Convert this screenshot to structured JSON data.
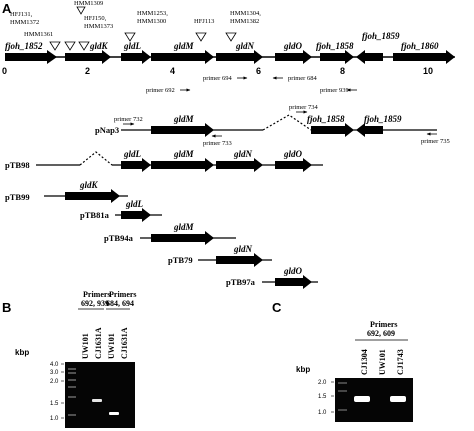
{
  "panels": {
    "a": "A",
    "b": "B",
    "c": "C"
  },
  "map": {
    "genes": [
      "fjoh_1852",
      "gldK",
      "gldL",
      "gldM",
      "gldN",
      "gldO",
      "fjoh_1858",
      "fjoh_1859",
      "fjoh_1860"
    ],
    "scale_ticks": [
      "0",
      "2",
      "4",
      "6",
      "8",
      "10"
    ],
    "insertions": {
      "hmm1361": "HMM1361",
      "hfj131": "HFJ131,",
      "hmm1372": "HMM1372",
      "hmm1309": "HMM1309",
      "hfj150": "HFJ150,",
      "hmm1373": "HMM1373",
      "hmm1253": "HMM1253,",
      "hmm1300": "HMM1300",
      "hfj113": "HFJ113",
      "hmm1304": "HMM1304,",
      "hmm1382": "HMM1382"
    },
    "primers": {
      "p692": "primer 692",
      "p694": "primer 694",
      "p684": "primer 684",
      "p939": "primer 939"
    }
  },
  "constructs": {
    "pnap3": {
      "label": "pNap3",
      "genes": [
        "gldM",
        "fjoh_1858",
        "fjoh_1859"
      ],
      "primers": [
        "primer 732",
        "primer 733",
        "primer 734",
        "primer 735"
      ]
    },
    "ptb98": {
      "label": "pTB98",
      "genes": [
        "gldL",
        "gldM",
        "gldN",
        "gldO"
      ]
    },
    "ptb99": {
      "label": "pTB99",
      "genes": [
        "gldK"
      ]
    },
    "ptb81a": {
      "label": "pTB81a",
      "genes": [
        "gldL"
      ]
    },
    "ptb94a": {
      "label": "pTB94a",
      "genes": [
        "gldM"
      ]
    },
    "ptb79": {
      "label": "pTB79",
      "genes": [
        "gldN"
      ]
    },
    "ptb97a": {
      "label": "pTB97a",
      "genes": [
        "gldO"
      ]
    }
  },
  "gel_b": {
    "primer_groups": [
      {
        "line1": "Primers",
        "line2": "692, 939"
      },
      {
        "line1": "Primers",
        "line2": "684, 694"
      }
    ],
    "lanes": [
      "UW101",
      "CJ1631A",
      "UW101",
      "CJ1631A"
    ],
    "kbp_label": "kbp",
    "ladder": [
      "4.0",
      "3.0",
      "2.0",
      "1.5",
      "1.0"
    ]
  },
  "gel_c": {
    "primer_group": {
      "line1": "Primers",
      "line2": "692, 609"
    },
    "lanes": [
      "CJ1304",
      "UW101",
      "CJ1743"
    ],
    "kbp_label": "kbp",
    "ladder": [
      "2.0",
      "1.5",
      "1.0"
    ]
  }
}
